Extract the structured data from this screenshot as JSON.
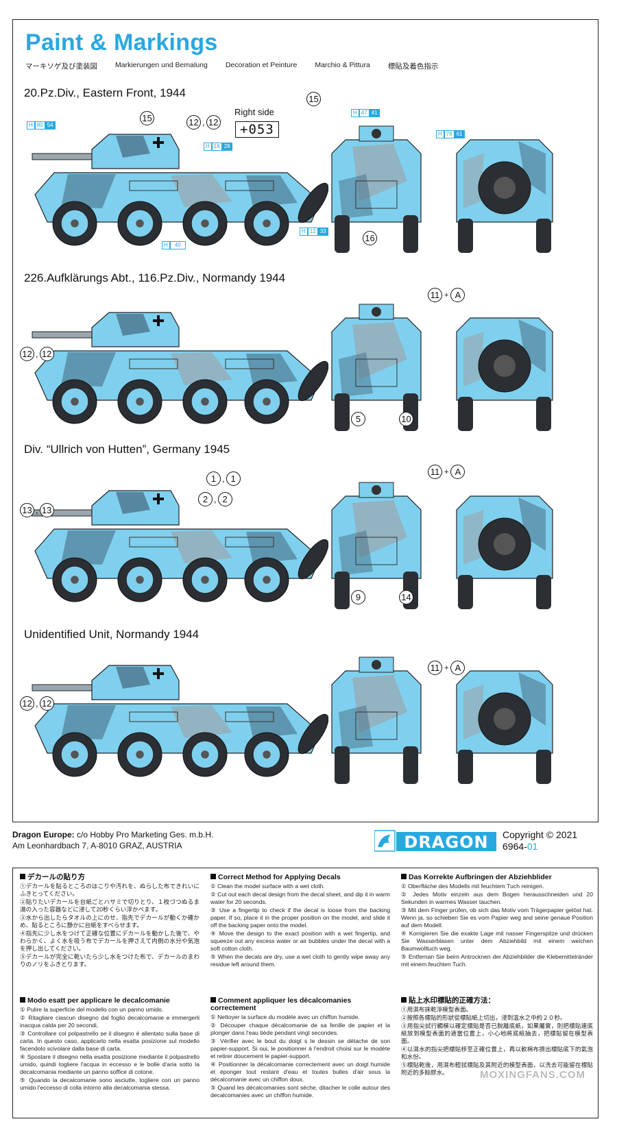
{
  "header": {
    "title": "Paint & Markings",
    "subtitles": [
      "マーキソゲ及び塗装図",
      "Markierungen und Bemalung",
      "Decoration et Peinture",
      "Marchio & Pittura",
      "標貼及着色指示"
    ]
  },
  "sections": [
    {
      "title": "20.Pz.Div., Eastern Front, 1944",
      "right_side_label": "Right side",
      "plate": "+053",
      "callouts": {
        "a": "15",
        "b1": "12",
        "b2": "12",
        "plate_call": "15",
        "rear": "16"
      },
      "hcodes": [
        {
          "h": "H",
          "n": "80",
          "m": "54"
        },
        {
          "h": "H",
          "n": "18",
          "m": "28"
        },
        {
          "h": "H",
          "n": "40",
          "m": ""
        },
        {
          "h": "H",
          "n": "12",
          "m": "33"
        },
        {
          "h": "H",
          "n": "47",
          "m": "41"
        },
        {
          "h": "H",
          "n": "76",
          "m": "61"
        }
      ]
    },
    {
      "title": "226.Aufklärungs Abt., 116.Pz.Div., Normandy 1944",
      "callouts": {
        "l1": "12",
        "l2": "12",
        "r1": "11",
        "r2": "A",
        "f1": "5",
        "f2": "10"
      }
    },
    {
      "title": "Div. “Ullrich von Hutten”, Germany 1945",
      "callouts": {
        "t1": "1",
        "t2": "1",
        "m1": "2",
        "m2": "2",
        "l1": "13",
        "l2": "13",
        "r1": "11",
        "r2": "A",
        "f1": "9",
        "f2": "14"
      }
    },
    {
      "title": "Unidentified Unit, Normandy 1944",
      "callouts": {
        "l1": "12",
        "l2": "12",
        "r1": "11",
        "r2": "A"
      }
    }
  ],
  "footer": {
    "company": "Dragon Europe:",
    "address1": " c/o Hobby Pro Marketing Ges. m.b.H.",
    "address2": "Am Leonhardbach 7, A-8010 GRAZ, AUSTRIA",
    "logo": "DRAGON",
    "copyright": "Copyright © 2021",
    "code_prefix": "6964-",
    "code_suffix": "01"
  },
  "instructions": {
    "jp": {
      "title": "デカールの貼り方",
      "items": [
        "①デカールを貼るところのほこりや汚れを、ぬらした布できれいにふきとってください。",
        "②貼りたいデカールを台紙ごとハサミで切りとり、１枚づつぬるま湯の入った容器などに浸して20秒くらい浮かべます。",
        "③水から出したらタオルの上にのせ、指先でデカールが動くか確かめ、貼るところに静かに台紙をすべらせます。",
        "④指先に少し水をつけて正確な位置にデカールを動かした後で、やわらかく、よく水を吸う布でデカールを押さえて内側の水分や気泡を押し出してください。",
        "⑤デカールが完全に乾いたら少し水をつけた布で、デカールのまわりのノリをふきとります。"
      ]
    },
    "en": {
      "title": "Correct Method for Applying Decals",
      "items": [
        "① Clean the model surface with a wet cloth.",
        "② Cut out each decal design from the decal sheet, and dip it in warm water for 20 seconds.",
        "③ Use a fingertip to check if the decal is loose from the backing paper. If so, place it in the proper position on the model, and slide it off the backing paper onto the model.",
        "④ Move the design to the exact position with a wet fingertip, and squeeze out any excess water or air bubbles under the decal with a soft cotton cloth.",
        "⑤ When the decals are dry, use a wet cloth to gently wipe away any residue left around them."
      ]
    },
    "de": {
      "title": "Das Korrekte Aufbringen der Abziehblider",
      "items": [
        "① Oberfläche des Modells mit feuchtem Tuch reinigen.",
        "② Jedes Motiv einzeln aus dem Bogen herausschneiden und 20 Sekunden in warmes Wasser tauchen.",
        "③ Mit dem Finger prüfen, ob sich das Motiv vom Trägerpapier gelöst hat. Wenn ja, so schieben Sie es vom Papier weg and seine genaue Position auf dem Modell.",
        "④ Korrigieren Sie die exakte Lage mit nasser Fingerspitze und drücken Sie Wasserblasen unter dem Abziehbild mit einem weichen Baumwolltuch weg.",
        "⑤ Entfernan Sie beim Antrocknen der Abziehbilder die Klebemittelränder mit einem feuchten Tuch."
      ]
    },
    "it": {
      "title": "Modo esatt per applicare le decalcomanie",
      "items": [
        "① Pulire la superficie del modello con un panno umido.",
        "② Ritagliare ciascun disegno dal foglio decalcomanie e immergerli inacqua calda per 20 secondi,",
        "③ Controllare col polpastrello se il disegno è allentato sulla base di carta. In questo caso, applicarlo nella esatta posizione sul modello facendolo scivolare dalla base di carta.",
        "④ Spostare il disegno nella esatta posizione mediante il polpastrello umido, quindi togliere l'acqua in eccesso e le bolle d'aria sotto la decalcomania mediante un panno soffice di cotone.",
        "⑤ Quando la decalcomanie sono asciutte, togliere con un panno umido l'eccesso di colla intorno alla decalcomania stessa."
      ]
    },
    "fr": {
      "title": "Comment appliquer les dècalcomanies correctement",
      "items": [
        "① Nettoyer la surface du modèle avec un chiffon humide.",
        "② Découper chaque décalcomanie de sa fenille de papier et la plonger dans l'eau tiède pendant vingt secondes.",
        "③ Vérifier avec le bout du doigt s le dessin se détache de son papier-support. Si oui, le positionner à l'endroit choisi sur le modète et retirer doucement le papier-support.",
        "④ Positionner la décalcomanie correctement avec un doigt humide et éponger tout restant d'eau et toutes bulles d'air sous la décalcomanie avec un chiffon doux.",
        "⑤ Quand les décalcomanies sont séche, ditacher le colle autour des decalcomanies avec un chiffon humide."
      ]
    },
    "zh": {
      "title": "貼上水印標貼的正確方法：",
      "items": [
        "①用濕布抹乾淨模型表面。",
        "②按照各標貼的形狀從標貼紙上切出，浸到溫水之中約２０秒。",
        "③用指尖試行觸模以確定標貼是否已脫離底紙，如果屬實，則把標貼連底紙放到模型表面的適當位置上，小心地將底紙抽去，把標貼留在模型表面。",
        "④以濕水的指尖把標貼移至正確位置上，再以軟棉布擠出標貼底下的氣泡和水份。",
        "⑤標貼乾後，用濕布輕拭標貼及其附近的模型表面，以洗去可能留在標貼附近的多餘膠水。"
      ]
    }
  },
  "watermark": "MOXINGFANS.COM",
  "colors": {
    "accent": "#29a8e0",
    "camo_light": "#7fd0ee",
    "camo_dark": "#4a6f86",
    "camo_grey": "#9aa7ae",
    "tire": "#2b2f33"
  }
}
